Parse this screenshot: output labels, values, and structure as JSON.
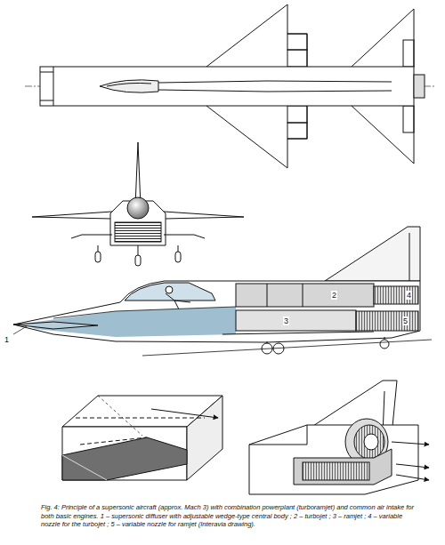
{
  "diagram": {
    "caption": "Fig. 4: Principle of a supersonic aircraft (approx. Mach 3) with combination powerplant (turboramjet) and common air intake for both basic engines. 1 – supersonic diffuser with adjustable wedge-type central body ; 2 – turbojet ; 3 – ramjet ; 4 – variable nozzle for the turbojet ; 5 – variable nozzle for ramjet (Interavia drawing).",
    "labels": [
      "1",
      "2",
      "3",
      "4",
      "5"
    ]
  }
}
